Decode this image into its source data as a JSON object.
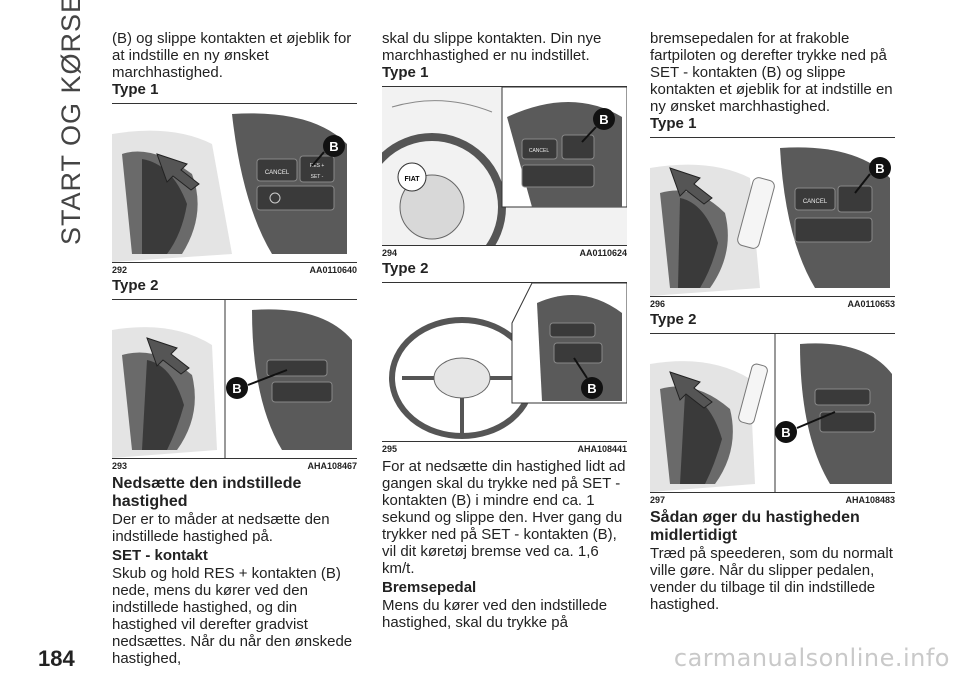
{
  "sidebar_title": "START OG KØRSEL",
  "page_number": "184",
  "watermark": "carmanualsonline.info",
  "col1": {
    "intro": "(B) og slippe kontakten et øjeblik for at indstille en ny ønsket marchhastighed.",
    "type1": "Type 1",
    "fig292": {
      "num": "292",
      "code": "AA0110640"
    },
    "type2": "Type 2",
    "fig293": {
      "num": "293",
      "code": "AHA108467"
    },
    "heading": "Nedsætte den indstillede hastighed",
    "p1": "Der er to måder at nedsætte den indstillede hastighed på.",
    "sub": "SET - kontakt",
    "p2": "Skub og hold RES + kontakten (B) nede, mens du kører ved den indstillede hastighed, og din hastighed vil derefter gradvist nedsættes. Når du når den ønskede hastighed,"
  },
  "col2": {
    "intro": "skal du slippe kontakten. Din nye marchhastighed er nu indstillet.",
    "type1": "Type 1",
    "fig294": {
      "num": "294",
      "code": "AA0110624"
    },
    "type2": "Type 2",
    "fig295": {
      "num": "295",
      "code": "AHA108441"
    },
    "p1": "For at nedsætte din hastighed lidt ad gangen skal du trykke ned på SET - kontakten (B) i mindre end ca. 1 sekund og slippe den. Hver gang du trykker ned på SET - kontakten (B), vil dit køretøj bremse ved ca. 1,6 km/t.",
    "sub": "Bremsepedal",
    "p2": "Mens du kører ved den indstillede hastighed, skal du trykke på"
  },
  "col3": {
    "intro": "bremsepedalen for at frakoble fartpiloten og derefter trykke ned på SET - kontakten (B) og slippe kontakten et øjeblik for at indstille en ny ønsket marchhastighed.",
    "type1": "Type 1",
    "fig296": {
      "num": "296",
      "code": "AA0110653"
    },
    "type2": "Type 2",
    "fig297": {
      "num": "297",
      "code": "AHA108483"
    },
    "heading": "Sådan øger du hastigheden midlertidigt",
    "p1": "Træd på speederen, som du normalt ville gøre. Når du slipper pedalen, vender du tilbage til din indstillede hastighed."
  },
  "labels": {
    "callout": "B",
    "cancel": "CANCEL",
    "res": "RES +",
    "set": "SET -",
    "fiat": "FIAT"
  }
}
